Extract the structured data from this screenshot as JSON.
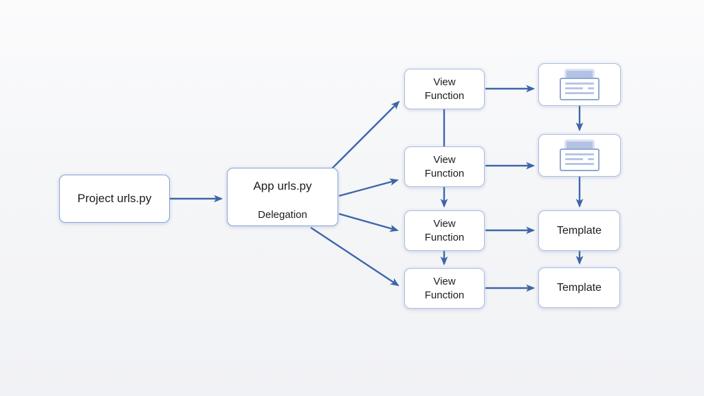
{
  "diagram": {
    "nodes": {
      "project_urls": {
        "label": "Project urls.py"
      },
      "app_urls": {
        "title": "App urls.py",
        "subtitle": "Delegation"
      },
      "view_function_1": {
        "label": "View\nFunction"
      },
      "view_function_2": {
        "label": "View\nFunction"
      },
      "view_function_3": {
        "label": "View\nFunction"
      },
      "view_function_4": {
        "label": "View\nFunction"
      },
      "rendered_page_1": {
        "icon": "page-icon"
      },
      "rendered_page_2": {
        "icon": "page-icon"
      },
      "template_1": {
        "label": "Template"
      },
      "template_2": {
        "label": "Template"
      }
    },
    "edges": [
      {
        "from": "project_urls",
        "to": "app_urls",
        "arrow": true
      },
      {
        "from": "app_urls",
        "to": "view_function_1",
        "arrow": true
      },
      {
        "from": "app_urls",
        "to": "view_function_2",
        "arrow": true
      },
      {
        "from": "app_urls",
        "to": "view_function_3",
        "arrow": true
      },
      {
        "from": "app_urls",
        "to": "view_function_4",
        "arrow": true
      },
      {
        "from": "view_function_1",
        "to": "rendered_page_1",
        "arrow": true
      },
      {
        "from": "view_function_2",
        "to": "rendered_page_2",
        "arrow": true
      },
      {
        "from": "view_function_3",
        "to": "template_1",
        "arrow": true
      },
      {
        "from": "view_function_4",
        "to": "template_2",
        "arrow": true
      },
      {
        "from": "view_function_1",
        "to": "view_function_2",
        "arrow": false
      },
      {
        "from": "view_function_2",
        "to": "view_function_3",
        "arrow": true
      },
      {
        "from": "view_function_3",
        "to": "view_function_4",
        "arrow": true
      },
      {
        "from": "rendered_page_1",
        "to": "rendered_page_2",
        "arrow": true
      },
      {
        "from": "rendered_page_2",
        "to": "template_1",
        "arrow": true
      },
      {
        "from": "template_1",
        "to": "template_2",
        "arrow": true
      }
    ],
    "colors": {
      "arrow": "#3d65a9",
      "node_border": "#a9bcde",
      "node_border_strong": "#84a2d4",
      "node_fill": "#ffffff",
      "text": "#1c1c1e",
      "background": "#f4f5f7",
      "icon_header": "#b3c2e4",
      "icon_body_border": "#8fa8d2",
      "icon_lines": "#b7c6e4"
    }
  }
}
